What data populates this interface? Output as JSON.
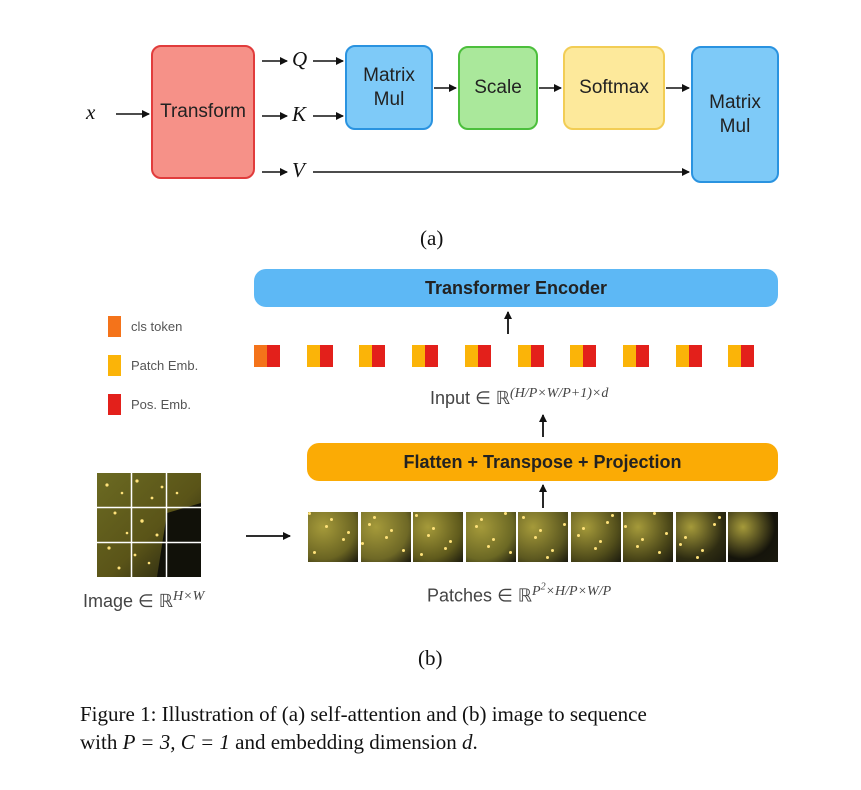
{
  "part_a": {
    "input_var": "x",
    "transform_label": "Transform",
    "q_label": "Q",
    "k_label": "K",
    "v_label": "V",
    "matmul1_label": "Matrix\nMul",
    "scale_label": "Scale",
    "softmax_label": "Softmax",
    "matmul2_label": "Matrix\nMul",
    "sub_caption": "(a)"
  },
  "part_b": {
    "encoder_label": "Transformer Encoder",
    "flatten_label": "Flatten + Transpose + Projection",
    "legend": [
      {
        "label": "cls token",
        "color": "#f4731a"
      },
      {
        "label": "Patch Emb.",
        "color": "#fbb408"
      },
      {
        "label": "Pos. Emb.",
        "color": "#e3201b"
      }
    ],
    "input_label": "Input",
    "input_superscript": "(H/P×W/P+1)×d",
    "image_label": "Image",
    "image_superscript": "H×W",
    "patches_label": "Patches",
    "patches_superscript_p": "P",
    "patches_superscript_rest": "×H/P×W/P",
    "element_of": "∈",
    "reals": "ℝ",
    "sub_caption": "(b)"
  },
  "caption": {
    "prefix": "Figure 1: Illustration of (a) self-attention and (b) image to sequence",
    "line2_a": "with",
    "p_eq": "P = 3, C = 1",
    "line2_b": "and embedding dimension",
    "d": "d",
    "period": "."
  },
  "colors": {
    "transform": "#f69188",
    "matmul": "#7ecaf8",
    "scale": "#aae89b",
    "softmax": "#fde99b",
    "encoder": "#5db8f5",
    "flatten": "#fbab05"
  }
}
